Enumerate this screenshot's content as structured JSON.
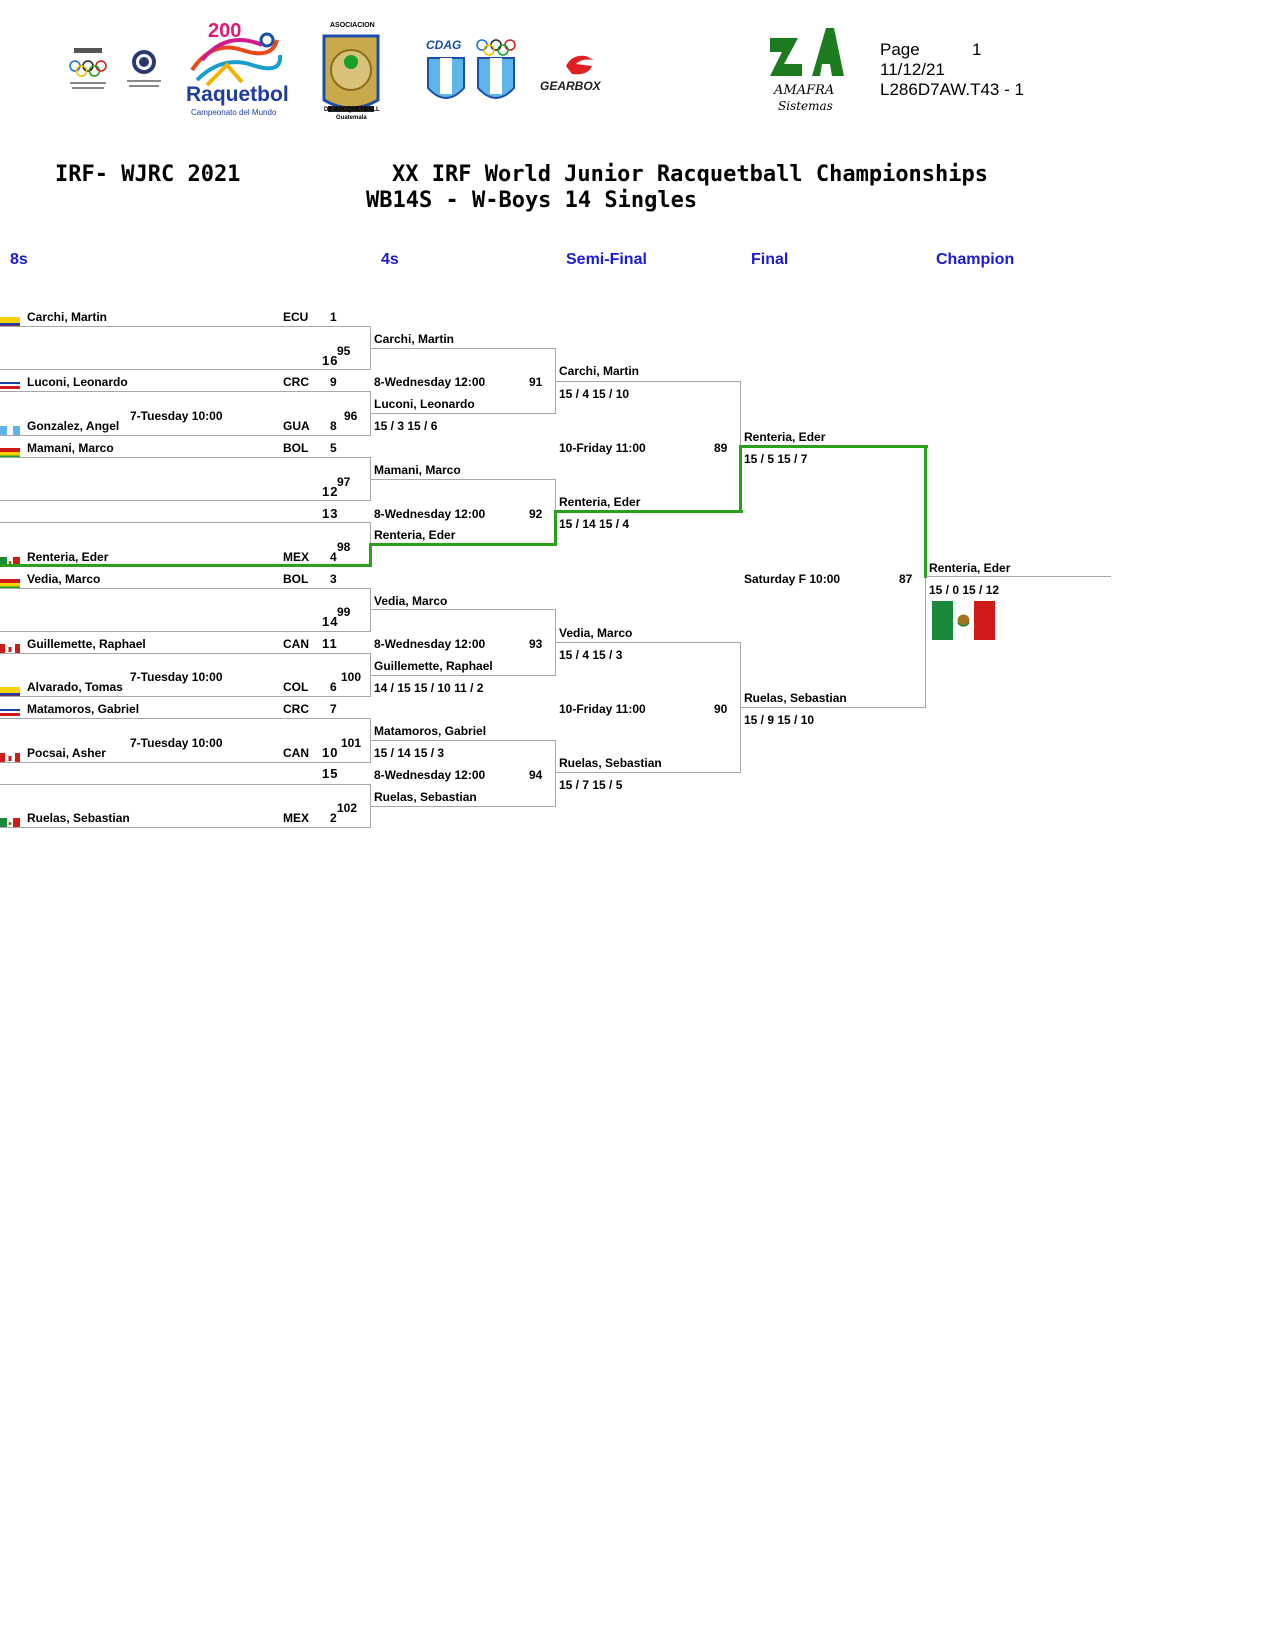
{
  "header": {
    "logo_raquetbol": "Raquetbol",
    "logo_200": "200",
    "logo_raquetbol_sub": "Campeonato del Mundo",
    "logo_asociacion_top": "ASOCIACION",
    "logo_asociacion_bottom": "DE RACQUETBALL",
    "logo_asociacion_city": "Guatemala",
    "logo_cdag": "CDAG",
    "logo_gearbox": "GEARBOX",
    "logo_amafra_1": "AMAFRA",
    "logo_amafra_2": "Sistemas",
    "page_label": "Page",
    "page_number": "1",
    "date": "11/12/21",
    "code": "L286D7AW.T43 -  1"
  },
  "titles": {
    "left": "IRF- WJRC 2021",
    "main": "XX IRF World Junior Racquetball Championships",
    "sub": "WB14S - W-Boys 14 Singles"
  },
  "rounds": {
    "r8": "8s",
    "r4": "4s",
    "semi": "Semi-Final",
    "final": "Final",
    "champion": "Champion"
  },
  "round1": [
    {
      "name": "Carchi, Martin",
      "country": "ECU",
      "seed": "1"
    },
    {
      "name": "",
      "country": "",
      "seed": "16"
    },
    {
      "name": "Luconi, Leonardo",
      "country": "CRC",
      "seed": "9"
    },
    {
      "name": "Gonzalez, Angel",
      "country": "GUA",
      "seed": "8"
    },
    {
      "name": "Mamani, Marco",
      "country": "BOL",
      "seed": "5"
    },
    {
      "name": "",
      "country": "",
      "seed": "12"
    },
    {
      "name": "",
      "country": "",
      "seed": "13"
    },
    {
      "name": "Renteria, Eder",
      "country": "MEX",
      "seed": "4"
    },
    {
      "name": "Vedia, Marco",
      "country": "BOL",
      "seed": "3"
    },
    {
      "name": "",
      "country": "",
      "seed": "14"
    },
    {
      "name": "Guillemette, Raphael",
      "country": "CAN",
      "seed": "11"
    },
    {
      "name": "Alvarado, Tomas",
      "country": "COL",
      "seed": "6"
    },
    {
      "name": "Matamoros, Gabriel",
      "country": "CRC",
      "seed": "7"
    },
    {
      "name": "Pocsai, Asher",
      "country": "CAN",
      "seed": "10"
    },
    {
      "name": "",
      "country": "",
      "seed": "15"
    },
    {
      "name": "Ruelas, Sebastian",
      "country": "MEX",
      "seed": "2"
    }
  ],
  "round1_matches": [
    {
      "num": "95",
      "time": ""
    },
    {
      "num": "96",
      "time": "7-Tuesday 10:00"
    },
    {
      "num": "97",
      "time": ""
    },
    {
      "num": "98",
      "time": ""
    },
    {
      "num": "99",
      "time": ""
    },
    {
      "num": "100",
      "time": "7-Tuesday 10:00"
    },
    {
      "num": "101",
      "time": "7-Tuesday 10:00"
    },
    {
      "num": "102",
      "time": ""
    }
  ],
  "round2": [
    {
      "name": "Carchi, Martin"
    },
    {
      "name": "Luconi, Leonardo",
      "score": "15 / 3  15 / 6"
    },
    {
      "name": "Mamani, Marco"
    },
    {
      "name": "Renteria, Eder"
    },
    {
      "name": "Vedia, Marco"
    },
    {
      "name": "Guillemette, Raphael",
      "score": "14 / 15  15 / 10  11 / 2"
    },
    {
      "name": "Matamoros, Gabriel",
      "score": "15 / 14  15 / 3"
    },
    {
      "name": "Ruelas, Sebastian"
    }
  ],
  "round2_matches": [
    {
      "num": "91",
      "time": "8-Wednesday 12:00"
    },
    {
      "num": "92",
      "time": "8-Wednesday 12:00"
    },
    {
      "num": "93",
      "time": "8-Wednesday 12:00"
    },
    {
      "num": "94",
      "time": "8-Wednesday 12:00"
    }
  ],
  "round3": [
    {
      "name": "Carchi, Martin",
      "score": "15 / 4  15 / 10"
    },
    {
      "name": "Renteria, Eder",
      "score": "15 / 14  15 / 4"
    },
    {
      "name": "Vedia, Marco",
      "score": "15 / 4  15 / 3"
    },
    {
      "name": "Ruelas, Sebastian",
      "score": "15 / 7  15 / 5"
    }
  ],
  "round3_matches": [
    {
      "num": "89",
      "time": "10-Friday 11:00"
    },
    {
      "num": "90",
      "time": "10-Friday 11:00"
    }
  ],
  "round4": [
    {
      "name": "Renteria, Eder",
      "score": "15 / 5  15 / 7"
    },
    {
      "name": "Ruelas, Sebastian",
      "score": "15 / 9  15 / 10"
    }
  ],
  "final_match": {
    "num": "87",
    "time": "Saturday F 10:00"
  },
  "champion": {
    "name": "Renteria, Eder",
    "score": "15 / 0  15 / 12",
    "flag": "mexico-flag"
  },
  "colors": {
    "header_blue": "#1a1adb",
    "winner_green": "#2ca01c",
    "line_gray": "#a8a8a8"
  }
}
